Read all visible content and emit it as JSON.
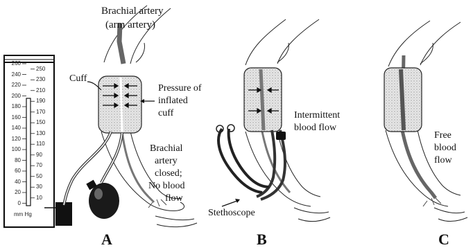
{
  "labels": {
    "brachial_artery": "Brachial artery",
    "arm_artery": "(arm artery)",
    "cuff": "Cuff",
    "pressure_line1": "Pressure of",
    "pressure_line2": "inflated",
    "pressure_line3": "cuff",
    "artery_closed_line1": "Brachial",
    "artery_closed_line2": "artery",
    "artery_closed_line3": "closed;",
    "artery_closed_line4": "No blood",
    "artery_closed_line5": "flow",
    "intermittent_line1": "Intermittent",
    "intermittent_line2": "blood flow",
    "stethoscope": "Stethoscope",
    "free_line1": "Free",
    "free_line2": "blood",
    "free_line3": "flow"
  },
  "panels": [
    "A",
    "B",
    "C"
  ],
  "gauge": {
    "left_ticks": [
      "260",
      "240",
      "220",
      "200",
      "180",
      "160",
      "140",
      "120",
      "100",
      "80",
      "60",
      "40",
      "20",
      "0"
    ],
    "right_ticks": [
      "250",
      "230",
      "210",
      "190",
      "170",
      "150",
      "130",
      "110",
      "90",
      "70",
      "50",
      "30",
      "10"
    ],
    "unit": "mm Hg"
  }
}
